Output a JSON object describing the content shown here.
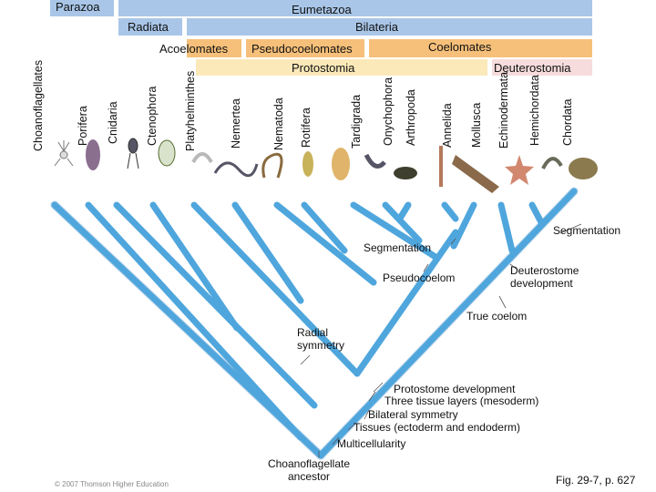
{
  "groups": {
    "parazoa": "Parazoa",
    "eumetazoa": "Eumetazoa",
    "radiata": "Radiata",
    "bilateria": "Bilateria",
    "acoelomates": "Acoelomates",
    "pseudocoelomates": "Pseudocoelomates",
    "coelomates": "Coelomates",
    "protostomia": "Protostomia",
    "deuterostomia": "Deuterostomia"
  },
  "taxa": [
    "Choanoflagellates",
    "Porifera",
    "Cnidaria",
    "Ctenophora",
    "Platyhelminthes",
    "Nemertea",
    "Nematoda",
    "Rotifera",
    "Tardigrada",
    "Onychophora",
    "Arthropoda",
    "Annelida",
    "Mollusca",
    "Echinodermata",
    "Hemichordata",
    "Chordata"
  ],
  "characters": {
    "segmentation_protostome": "Segmentation",
    "segmentation_deuterostome": "Segmentation",
    "pseudocoelom": "Pseudocoelom",
    "deuterostome_development": "Deuterostome development",
    "true_coelom": "True coelom",
    "radial_symmetry": "Radial symmetry",
    "protostome_development": "Protostome development",
    "three_tissue_layers": "Three tissue layers (mesoderm)",
    "bilateral_symmetry": "Bilateral symmetry",
    "tissues": "Tissues (ectoderm and endoderm)",
    "multicellularity": "Multicellularity",
    "ancestor": "Choanoflagellate ancestor"
  },
  "copyright": "© 2007 Thomson Higher Education",
  "caption": "Fig. 29-7, p. 627",
  "colors": {
    "band_blue": "#a9c6e8",
    "band_orange": "#f6c07a",
    "band_yellow": "#fbe9b9",
    "band_pink": "#f6dcdc",
    "tree_blue": "#4fa6dd"
  }
}
